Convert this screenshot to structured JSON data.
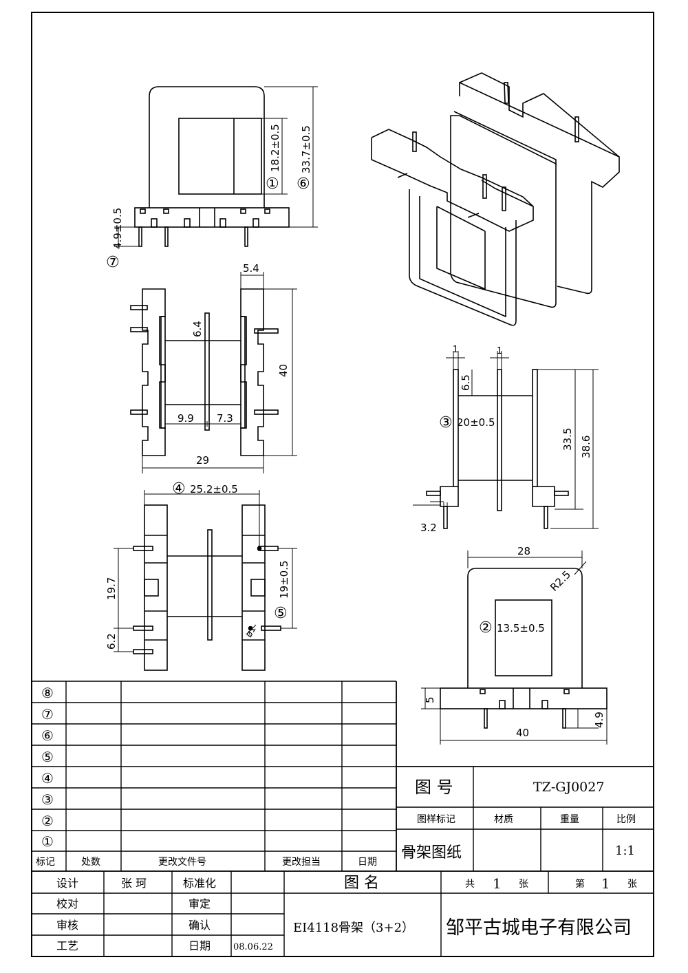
{
  "dims": {
    "d1": "18.2±0.5",
    "d6": "33.7±0.5",
    "d7": "4.9±0.5",
    "w54": "5.4",
    "h64": "6.4",
    "h40": "40",
    "w99": "9.9",
    "w73": "7.3",
    "w29": "29",
    "d4": "25.2±0.5",
    "h197": "19.7",
    "d5": "19±0.5",
    "h62": "6.2",
    "phi1": "ø1",
    "one_a": "1",
    "one_b": "1",
    "h65": "6.5",
    "d3": "20±0.5",
    "h335": "33.5",
    "h386": "38.6",
    "w32": "3.2",
    "w28": "28",
    "r25": "R2.5",
    "d2": "13.5±0.5",
    "h5": "5",
    "w40": "40",
    "h49": "4.9"
  },
  "markers": {
    "m1": "①",
    "m2": "②",
    "m3": "③",
    "m4": "④",
    "m5": "⑤",
    "m6": "⑥",
    "m7": "⑦",
    "m8": "⑧"
  },
  "revision_table": {
    "rows": [
      "⑧",
      "⑦",
      "⑥",
      "⑤",
      "④",
      "③",
      "②",
      "①"
    ],
    "headers": [
      "标记",
      "处数",
      "更改文件号",
      "更改担当",
      "日期"
    ]
  },
  "title_block": {
    "drawing_no_label": "图 号",
    "drawing_no": "TZ-GJ0027",
    "col_headers": [
      "图样标记",
      "材质",
      "重量",
      "比例"
    ],
    "drawing_type": "骨架图纸",
    "scale": "1:1",
    "design_label": "设计",
    "designer": "张 珂",
    "check_label": "校对",
    "review_label": "审核",
    "process_label": "工艺",
    "standard_label": "标准化",
    "approve_label": "审定",
    "confirm_label": "确认",
    "date_label": "日期",
    "date": "08.06.22",
    "name_label": "图 名",
    "total_label": "共",
    "total_value": "1",
    "sheet_unit": "张",
    "page_label": "第",
    "page_value": "1",
    "page_unit": "张",
    "part_name": "EI4118骨架（3+2）",
    "company": "邹平古城电子有限公司"
  }
}
